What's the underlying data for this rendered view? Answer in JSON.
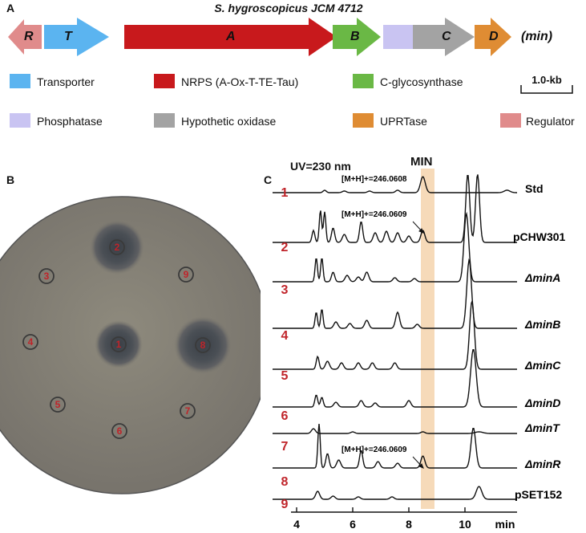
{
  "panelA": {
    "letter": "A",
    "strain_title": "S. hygroscopicus JCM 4712",
    "cluster_label": "(min)",
    "genes": [
      {
        "label": "R",
        "color": "#e08b8b"
      },
      {
        "label": "T",
        "color": "#5bb4f0"
      },
      {
        "label": "A",
        "color": "#c8191c"
      },
      {
        "label": "B",
        "color": "#6ab845"
      },
      {
        "label": "",
        "color": "#c9c4f2"
      },
      {
        "label": "C",
        "color": "#a3a3a3"
      },
      {
        "label": "D",
        "color": "#df8c33"
      }
    ],
    "scale_label": "1.0-kb",
    "legend": [
      {
        "text": "Transporter",
        "color": "#5bb4f0"
      },
      {
        "text": "NRPS (A-Ox-T-TE-Tau)",
        "color": "#c8191c"
      },
      {
        "text": "C-glycosynthase",
        "color": "#6ab845"
      },
      {
        "text": "Phosphatase",
        "color": "#c9c4f2"
      },
      {
        "text": "Hypothetic oxidase",
        "color": "#a3a3a3"
      },
      {
        "text": "UPRTase",
        "color": "#df8c33"
      },
      {
        "text": "Regulator",
        "color": "#e08b8b"
      }
    ]
  },
  "panelB": {
    "letter": "B",
    "spots": [
      "1",
      "2",
      "3",
      "4",
      "5",
      "6",
      "7",
      "8",
      "9"
    ]
  },
  "panelC": {
    "letter": "C",
    "uv_label": "UV=230 nm",
    "min_label": "MIN",
    "annotations": [
      "[M+H]+=246.0608",
      "[M+H]+=246.0609",
      "[M+H]+=246.0609"
    ],
    "traces": [
      {
        "num": "1",
        "name": "Std"
      },
      {
        "num": "2",
        "name": "pCHW301"
      },
      {
        "num": "3",
        "name": "ΔminA"
      },
      {
        "num": "4",
        "name": "ΔminB"
      },
      {
        "num": "5",
        "name": "ΔminC"
      },
      {
        "num": "6",
        "name": "ΔminD"
      },
      {
        "num": "7",
        "name": "ΔminT"
      },
      {
        "num": "8",
        "name": "ΔminR"
      },
      {
        "num": "9",
        "name": "pSET152"
      }
    ],
    "x_ticks": [
      "4",
      "6",
      "8",
      "10"
    ],
    "x_unit": "min"
  }
}
